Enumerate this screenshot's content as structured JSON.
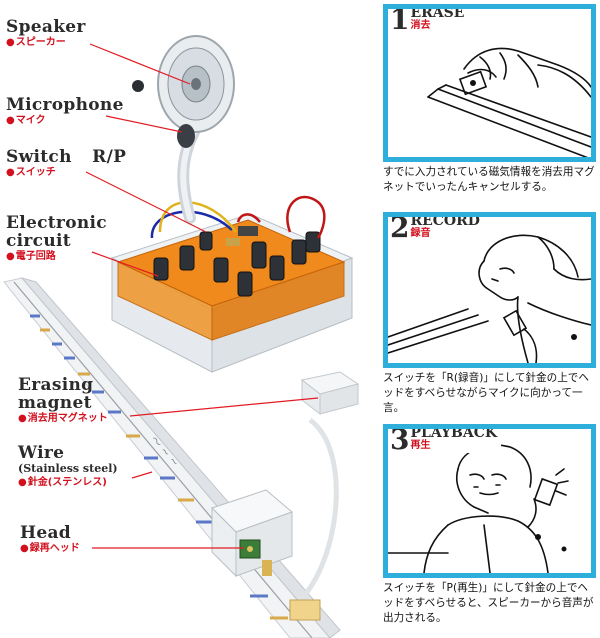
{
  "labels": {
    "speaker": {
      "en": "Speaker",
      "jp": "スピーカー"
    },
    "microphone": {
      "en": "Microphone",
      "jp": "マイク"
    },
    "switch": {
      "en": "Switch  R/P",
      "jp": "スイッチ"
    },
    "circuit": {
      "en_line1": "Electronic",
      "en_line2": "circuit",
      "jp": "電子回路"
    },
    "magnet": {
      "en_line1": "Erasing",
      "en_line2": "magnet",
      "jp": "消去用マグネット"
    },
    "wire": {
      "en": "Wire",
      "sub": "(Stainless steel)",
      "jp": "針金(ステンレス)"
    },
    "head": {
      "en": "Head",
      "jp": "録再ヘッド"
    }
  },
  "steps": [
    {
      "number": "1",
      "title": "ERASE",
      "title_jp": "消去",
      "text": "すでに入力されている磁気情報を消去用マグネットでいったんキャンセルする。"
    },
    {
      "number": "2",
      "title": "RECORD",
      "title_jp": "録音",
      "text": "スイッチを「R(録音)」にして針金の上でヘッドをすべらせながらマイクに向かって一言。"
    },
    {
      "number": "3",
      "title": "PLAYBACK",
      "title_jp": "再生",
      "text": "スイッチを「P(再生)」にして針金の上でヘッドをすべらせると、スピーカーから音声が出力される。"
    }
  ],
  "colors": {
    "accent_blue": "#2eaedb",
    "label_red": "#d2101e",
    "board_orange": "#f08a1c"
  }
}
